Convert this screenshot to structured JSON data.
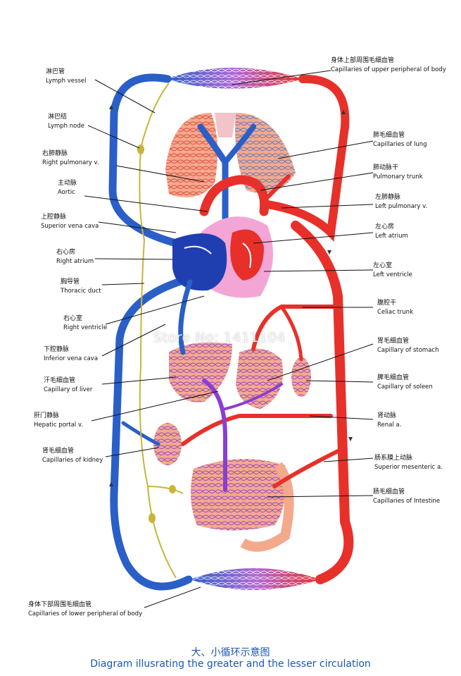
{
  "colors": {
    "artery": "#e8302a",
    "vein": "#2a5fc8",
    "portal": "#8a3fd0",
    "lymph": "#c9b43a",
    "organ": "#f5a98c",
    "heart_bg": "#f3a6d6",
    "caption": "#1a56b8"
  },
  "labels": {
    "upper_cap": {
      "zh": "身体上部周围毛细血管",
      "en": "Capillaries of upper peripheral of body"
    },
    "lymph_vessel": {
      "zh": "淋巴管",
      "en": "Lymph vessel"
    },
    "lymph_node": {
      "zh": "淋巴结",
      "en": "Lymph node"
    },
    "lung_cap": {
      "zh": "肺毛细血管",
      "en": "Capillaries of lung"
    },
    "right_pulm": {
      "zh": "右肺静脉",
      "en": "Right pulmonary v."
    },
    "pulm_trunk": {
      "zh": "肺动脉干",
      "en": "Pulmonary trunk"
    },
    "aortic": {
      "zh": "主动脉",
      "en": "Aortic"
    },
    "left_pulm": {
      "zh": "左肺静脉",
      "en": "Left pulmonary v."
    },
    "svc": {
      "zh": "上腔静脉",
      "en": "Superior vena cava"
    },
    "left_atrium": {
      "zh": "左心房",
      "en": "Left atrium"
    },
    "right_atrium": {
      "zh": "右心房",
      "en": "Right atrium"
    },
    "left_ventricle": {
      "zh": "左心室",
      "en": "Left ventricle"
    },
    "thoracic_duct": {
      "zh": "胸导管",
      "en": "Thoracic duct"
    },
    "celiac": {
      "zh": "腹腔干",
      "en": "Celiac trunk"
    },
    "right_ventricle": {
      "zh": "右心室",
      "en": "Right ventricle"
    },
    "stomach_cap": {
      "zh": "胃毛细血管",
      "en": "Capillary of stomach"
    },
    "ivc": {
      "zh": "下腔静脉",
      "en": "Inferior vena cava"
    },
    "liver_cap": {
      "zh": "汗毛细血管",
      "en": "Capillary of liver"
    },
    "spleen_cap": {
      "zh": "脾毛细血管",
      "en": "Capillary of soleen"
    },
    "portal_v": {
      "zh": "肝门静脉",
      "en": "Hepatic portal v."
    },
    "renal_a": {
      "zh": "肾动脉",
      "en": "Renal a."
    },
    "kidney_cap": {
      "zh": "肾毛细血管",
      "en": "Capillaries of kidney"
    },
    "sup_mes": {
      "zh": "肠系膜上动脉",
      "en": "Superior mesenteric a."
    },
    "intestine_cap": {
      "zh": "肠毛细血管",
      "en": "Capillaries of Intestine"
    },
    "lower_cap": {
      "zh": "身体下部周围毛细血管",
      "en": "Capillaries of lower peripheral of body"
    }
  },
  "watermark": "Store No: 1411104",
  "caption": {
    "zh": "大、小循环示意图",
    "en": "Diagram illusrating the greater and the lesser circulation"
  }
}
